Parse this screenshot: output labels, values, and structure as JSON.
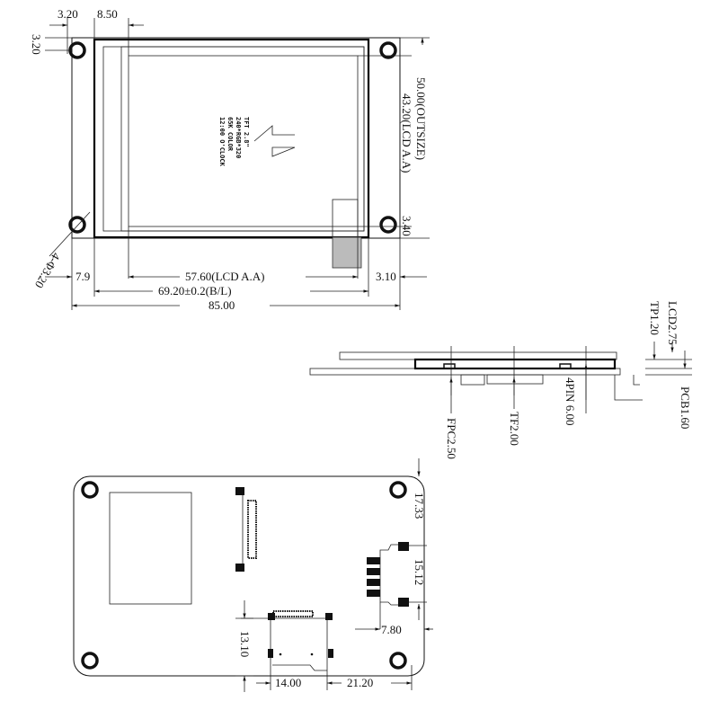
{
  "top_view": {
    "lcd_label": [
      "TFT 2.8\"",
      "240*RGB*320",
      "65K COLOR",
      "12:00 O'CLOCK"
    ],
    "dims": {
      "hole_x": "3.20",
      "frame_offset": "8.50",
      "hole_y": "3.20",
      "outsize": "50.00(OUTSIZE)",
      "lcd_aa_h": "43.20(LCD A.A)",
      "bottom_margin": "3.40",
      "holes": "4-Φ3.20",
      "left_margin": "7.9",
      "lcd_aa_w": "57.60(LCD A.A)",
      "right_margin": "3.10",
      "backlight": "69.20±0.2(B/L)",
      "total_w": "85.00"
    }
  },
  "side_view": {
    "dims": {
      "lcd": "LCD2.75",
      "tp": "TP1.20",
      "fpc": "FPC2.50",
      "tf": "TF2.00",
      "pin": "4PIN 6.00",
      "pcb": "PCB1.60"
    }
  },
  "bottom_view": {
    "dims": {
      "top_to_conn": "17.33",
      "conn_h": "15.12",
      "conn_w": "7.80",
      "sd_h": "13.10",
      "sd_w": "14.00",
      "sd_right": "21.20"
    }
  }
}
